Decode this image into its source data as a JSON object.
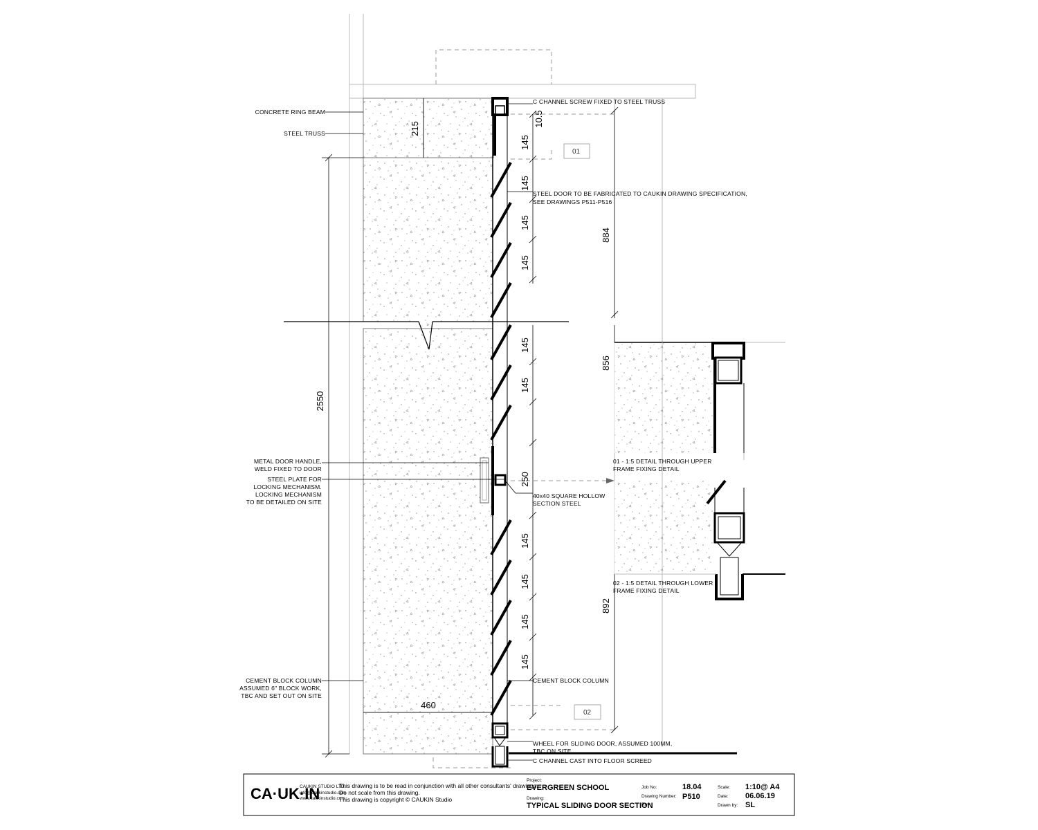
{
  "labels": {
    "concrete_ring_beam": "CONCRETE RING BEAM",
    "steel_truss": "STEEL TRUSS",
    "c_channel_truss": "C CHANNEL SCREW FIXED TO STEEL TRUSS",
    "steel_door_1": "STEEL DOOR TO BE FABRICATED TO CAUKIN DRAWING SPECIFICATION,",
    "steel_door_2": "SEE DRAWINGS P511-P516",
    "handle_1": "METAL DOOR HANDLE,",
    "handle_2": "WELD FIXED TO DOOR",
    "plate_1": "STEEL PLATE FOR",
    "plate_2": "LOCKING MECHANISM.",
    "plate_3": "LOCKING MECHANISM",
    "plate_4": "TO BE DETAILED ON SITE",
    "shs_1": "40x40 SQUARE HOLLOW",
    "shs_2": "SECTION STEEL",
    "column_left_1": "CEMENT BLOCK COLUMN",
    "column_left_2": "ASSUMED 6\" BLOCK WORK,",
    "column_left_3": "TBC AND SET OUT ON SITE",
    "column_right": "CEMENT BLOCK COLUMN",
    "wheel_1": "WHEEL FOR SLIDING DOOR, ASSUMED 100MM,",
    "wheel_2": "TBC ON SITE",
    "c_channel_floor": "C CHANNEL CAST INTO FLOOR SCREED",
    "detail01_1": "01 - 1:5 DETAIL THROUGH UPPER",
    "detail01_2": "FRAME FIXING DETAIL",
    "detail02_1": "02 - 1:5 DETAIL THROUGH LOWER",
    "detail02_2": "FRAME FIXING DETAIL"
  },
  "tags": {
    "t01": "01",
    "t02": "02"
  },
  "dims": {
    "d215": "215",
    "d105": "10.5",
    "d145": "145",
    "d884": "884",
    "d856": "856",
    "d2550": "2550",
    "d250": "250",
    "d892": "892",
    "d460": "460"
  },
  "title_block": {
    "logo": "CA·UK·IN",
    "company": "CAUKIN STUDIO LTD.",
    "email": "info@caukinstudio.com",
    "web": "www.caukinstudio.com",
    "note1": "This drawing is to be read in conjunction with all other consultants' drawings.",
    "note2": "Do not scale from this drawing.",
    "note3": "This drawing is copyright © CAUKIN Studio",
    "project_label": "Project:",
    "project": "EVERGREEN SCHOOL",
    "drawing_label": "Drawing:",
    "drawing": "TYPICAL SLIDING DOOR SECTION",
    "job_label": "Job No:",
    "job": "18.04",
    "number_label": "Drawing Number:",
    "number": "P510",
    "rev_label": "Rev:",
    "scale_label": "Scale:",
    "scale": "1:10@ A4",
    "date_label": "Date:",
    "date": "06.06.19",
    "drawn_label": "Drawn by:",
    "drawn": "SL"
  }
}
